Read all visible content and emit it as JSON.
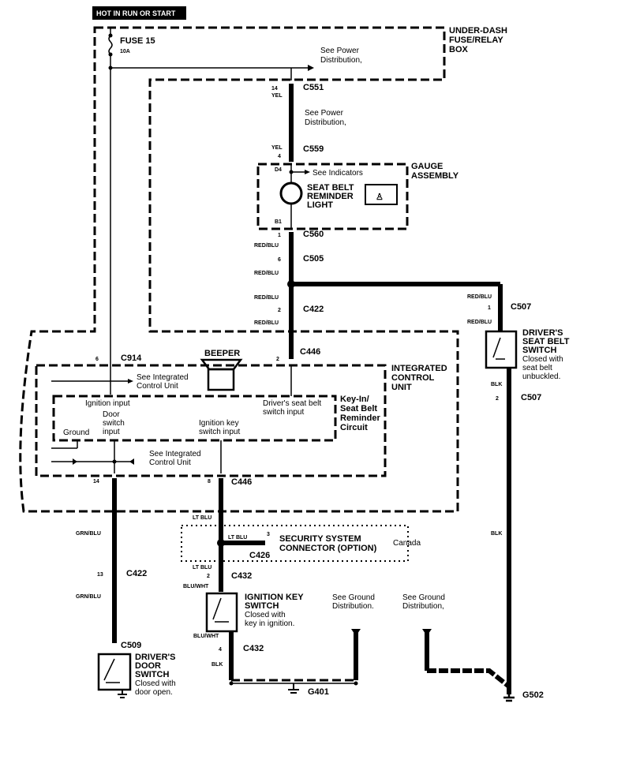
{
  "header_tag": "HOT IN RUN OR START",
  "fuse": {
    "name": "FUSE 15",
    "rating": "10A"
  },
  "boxes": {
    "under_dash": [
      "UNDER-DASH",
      "FUSE/RELAY",
      "BOX"
    ],
    "gauge": [
      "GAUGE",
      "ASSEMBLY"
    ],
    "icu": [
      "INTEGRATED",
      "CONTROL",
      "UNIT"
    ],
    "keyin": [
      "Key-In/",
      "Seat Belt",
      "Reminder",
      "Circuit"
    ],
    "security": [
      "SECURITY SYSTEM",
      "CONNECTOR (OPTION)"
    ],
    "security_region": "Canada"
  },
  "notes": {
    "power_dist_1": [
      "See Power",
      "Distribution,"
    ],
    "power_dist_2": [
      "See Power",
      "Distribution,"
    ],
    "see_indicators": "See Indicators",
    "see_icu_1": [
      "See Integrated",
      "Control Unit"
    ],
    "see_icu_2": [
      "See Integrated",
      "Control Unit"
    ],
    "ground_dist_1": [
      "See Ground",
      "Distribution."
    ],
    "ground_dist_2": [
      "See Ground",
      "Distribution,"
    ]
  },
  "components": {
    "seat_belt_light": [
      "SEAT BELT",
      "REMINDER",
      "LIGHT"
    ],
    "beeper": "BEEPER",
    "driver_seat_belt_switch": {
      "name": [
        "DRIVER'S",
        "SEAT BELT",
        "SWITCH"
      ],
      "desc": [
        "Closed with",
        "seat belt",
        "unbuckled."
      ]
    },
    "ignition_key_switch": {
      "name": [
        "IGNITION KEY",
        "SWITCH"
      ],
      "desc": [
        "Closed with",
        "key in ignition."
      ]
    },
    "driver_door_switch": {
      "name": [
        "DRIVER'S",
        "DOOR",
        "SWITCH"
      ],
      "desc": [
        "Closed with",
        "door open."
      ]
    }
  },
  "inputs": {
    "ignition": "Ignition input",
    "door": [
      "Door",
      "switch",
      "input"
    ],
    "ground": "Ground",
    "ignition_key": [
      "Ignition key",
      "switch input"
    ],
    "seat_belt": [
      "Driver's seat belt",
      "switch input"
    ]
  },
  "connectors": {
    "c551": {
      "id": "C551",
      "pin": "14"
    },
    "c559": {
      "id": "C559",
      "pin": "4"
    },
    "d4": "D4",
    "b1": "B1",
    "c560": {
      "id": "C560",
      "pin": "1"
    },
    "c505": {
      "id": "C505",
      "pin": "6"
    },
    "c422a": {
      "id": "C422",
      "pin": "2"
    },
    "c446a": {
      "id": "C446",
      "pin": "2"
    },
    "c914": {
      "id": "C914",
      "pin": "6"
    },
    "c507a": {
      "id": "C507",
      "pin": "1"
    },
    "c507b": {
      "id": "C507",
      "pin": "2"
    },
    "c446b": {
      "id": "C446",
      "pin": "8"
    },
    "pin14": "14",
    "c426": {
      "id": "C426",
      "pin": "3"
    },
    "c432a": {
      "id": "C432",
      "pin": "2"
    },
    "c432b": {
      "id": "C432",
      "pin": "4"
    },
    "c422b": {
      "id": "C422",
      "pin": "13"
    },
    "c509": {
      "id": "C509"
    },
    "g401": "G401",
    "g502": "G502"
  },
  "wire_colors": {
    "yel": "YEL",
    "red_blu": "RED/BLU",
    "blk": "BLK",
    "lt_blu": "LT BLU",
    "blu_wht": "BLU/WHT",
    "grn_blu": "GRN/BLU"
  }
}
